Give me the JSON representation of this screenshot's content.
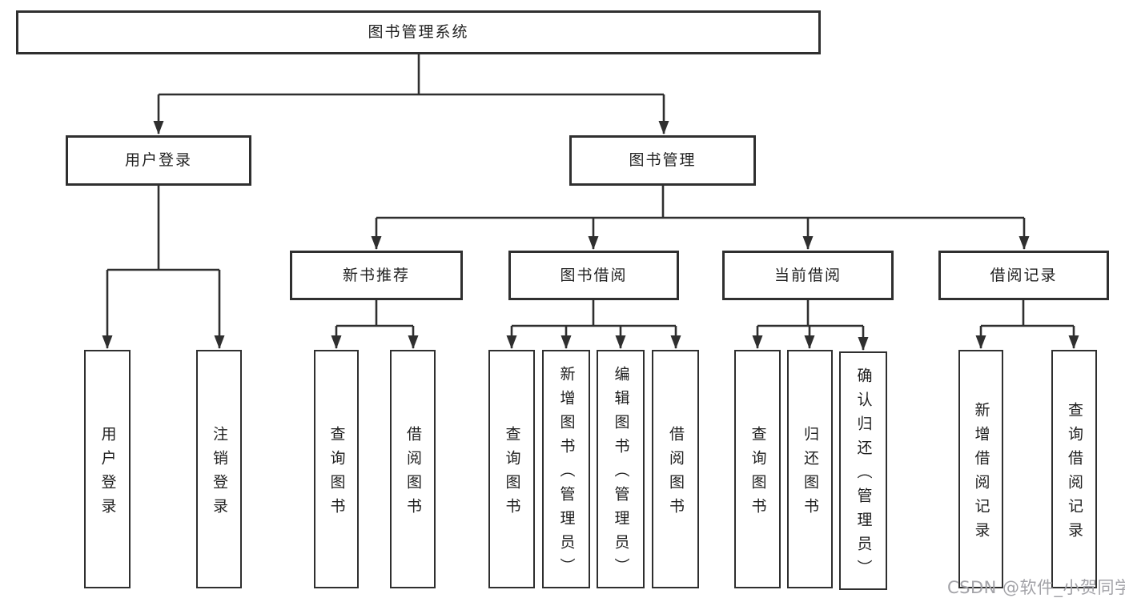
{
  "colors": {
    "line": "#2f2f2f",
    "box_border": "#2f2f2f",
    "box_fill": "#ffffff",
    "text": "#1f1f1f",
    "watermark": "#a3a3a8",
    "background": "#ffffff"
  },
  "watermark": {
    "text": "CSDN @软件_小贺同学"
  },
  "tree": {
    "root": {
      "label": "图书管理系统"
    },
    "branches": [
      {
        "label": "用户登录",
        "children": [
          {
            "label": "用户登录"
          },
          {
            "label": "注销登录"
          }
        ]
      },
      {
        "label": "图书管理",
        "children": [
          {
            "label": "新书推荐",
            "children": [
              {
                "label": "查询图书"
              },
              {
                "label": "借阅图书"
              }
            ]
          },
          {
            "label": "图书借阅",
            "children": [
              {
                "label": "查询图书"
              },
              {
                "label": "新增图书（管理员）"
              },
              {
                "label": "编辑图书（管理员）"
              },
              {
                "label": "借阅图书"
              }
            ]
          },
          {
            "label": "当前借阅",
            "children": [
              {
                "label": "查询图书"
              },
              {
                "label": "归还图书"
              },
              {
                "label": "确认归还（管理员）"
              }
            ]
          },
          {
            "label": "借阅记录",
            "children": [
              {
                "label": "新增借阅记录"
              },
              {
                "label": "查询借阅记录"
              }
            ]
          }
        ]
      }
    ]
  }
}
